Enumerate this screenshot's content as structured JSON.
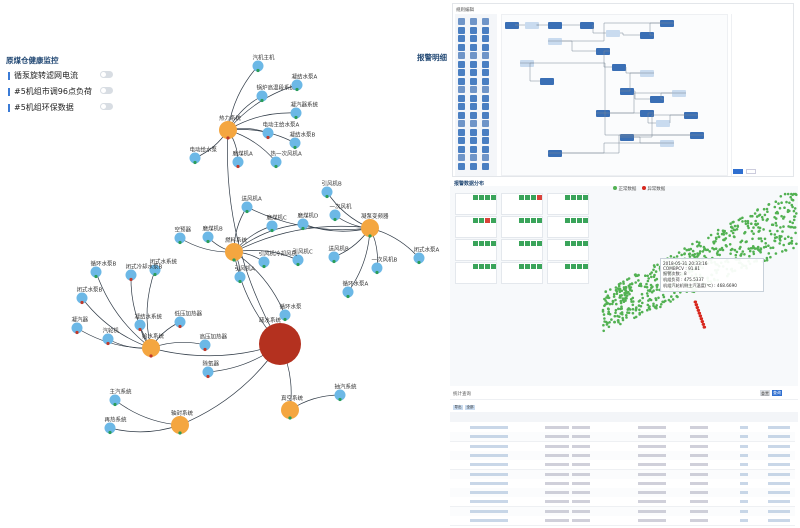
{
  "left": {
    "title": "原煤仓健康监控",
    "toggles": [
      {
        "label": "循泵旋转滤网电流"
      },
      {
        "label": "#5机组市调96点负荷"
      },
      {
        "label": "#5机组环保数据"
      }
    ],
    "nodes": {
      "n1": "汽机主机",
      "n2": "锅炉高温段系统",
      "n3": "热力系统",
      "n4": "凝结水泵A",
      "n5": "凝汽器系统",
      "n6": "电动主给水泵A",
      "n7": "凝结水泵B",
      "n8": "电动给水泵",
      "n9": "磨煤机A",
      "n10": "热一次风机A",
      "n11": "引风机B",
      "n12": "凝泵变频器",
      "n13": "送风机A",
      "n14": "一次风机",
      "n15": "磨煤机C",
      "n16": "燃料系统",
      "n17": "磨煤机D",
      "n18": "磨煤机B",
      "n19": "空预器",
      "n20": "引风机A",
      "n21": "引风机C",
      "n22": "引风机冷却风机",
      "n23": "送风机B",
      "n24": "一次风机B",
      "n25": "循环水泵A",
      "n26": "循环水泵",
      "n27": "闭式水泵A",
      "n28": "闭式水系统",
      "n29": "循环水泵B",
      "n30": "闭式冷却水泵B",
      "n31": "闭式水泵B",
      "n32": "凝汽器",
      "n33": "汽轮机",
      "n34": "给水系统",
      "n35": "凝结水系统",
      "n36": "低压加热器",
      "n37": "高压加热器",
      "n38": "除氧器",
      "n39": "疏水系统",
      "n40": "抽汽系统",
      "n41": "轴封系统",
      "n42": "真空系统",
      "n43": "主汽系统",
      "n44": "再热系统"
    }
  },
  "right": {
    "top_label": "报警明细",
    "top_panel_title": "规则编辑",
    "mid_label": "报警数据分布",
    "legend": [
      "正常数据",
      "异常数据"
    ],
    "tooltip": {
      "line1": "2018-05-31 20:33:16",
      "line2": "COMBPCV : 91.81",
      "line3": "报警次数：8",
      "line4": "机组负荷 : 475.5337",
      "line5": "机组汽轮机侧主汽温度(℃) : 468.6690"
    },
    "filter_label": "统计查询",
    "search_button": "查询",
    "reset_button": "重置",
    "table_tabs": [
      "导出",
      "全部"
    ]
  },
  "colors": {
    "node_blue": "#6cb8e6",
    "node_orange": "#f4a640",
    "node_red": "#b4311f",
    "scatter_green": "#52b152",
    "scatter_red": "#d8281e"
  }
}
